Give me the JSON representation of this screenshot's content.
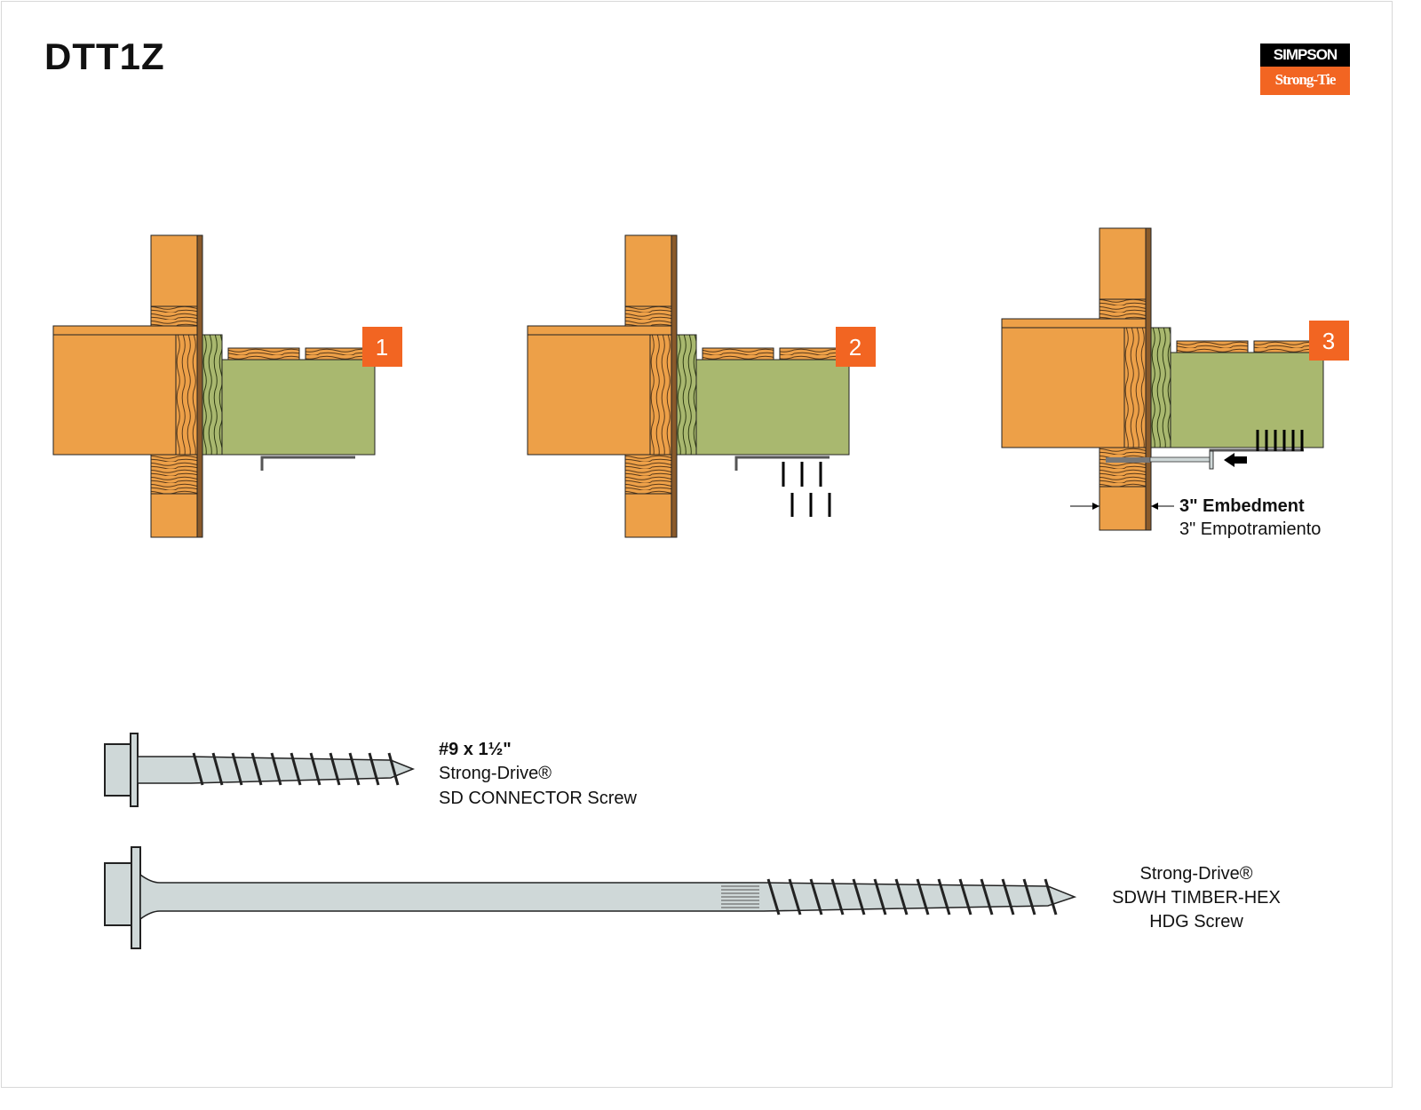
{
  "title": "DTT1Z",
  "logo": {
    "line1": "SIMPSON",
    "line2": "Strong-Tie"
  },
  "steps": [
    {
      "number": "1"
    },
    {
      "number": "2"
    },
    {
      "number": "3"
    }
  ],
  "embedment": {
    "en": "3\" Embedment",
    "es": "3\" Empotramiento"
  },
  "screw1": {
    "line1": "#9 x 1½\"",
    "line2": "Strong-Drive®",
    "line3": "SD CONNECTOR Screw"
  },
  "screw2": {
    "line1": "Strong-Drive®",
    "line2": "SDWH TIMBER-HEX",
    "line3": "HDG Screw"
  },
  "colors": {
    "wood": "#eda048",
    "lvl": "#a9b86f",
    "badge": "#f26522",
    "steel": "#cfd8d8"
  }
}
